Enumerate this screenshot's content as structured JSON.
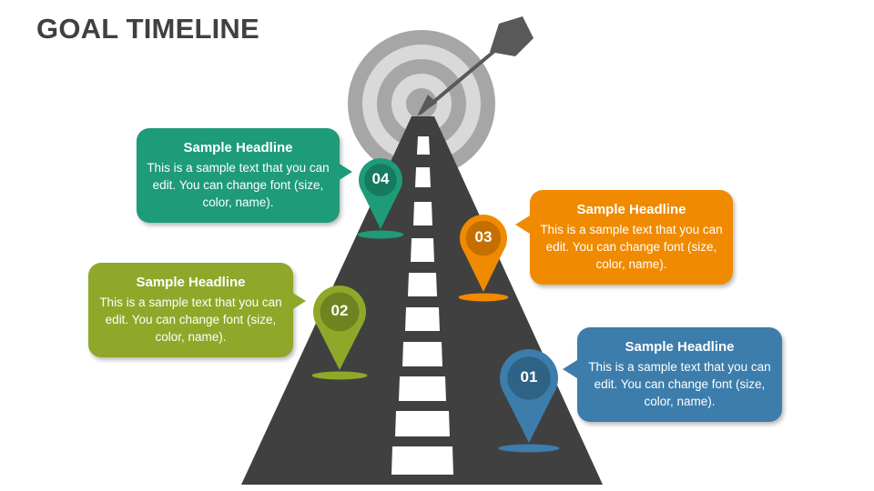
{
  "title": "GOAL TIMELINE",
  "colors": {
    "road": "#404040",
    "target_outer": "#a6a6a6",
    "target_inner": "#d9d9d9",
    "dart": "#595959"
  },
  "milestones": [
    {
      "number": "01",
      "headline": "Sample Headline",
      "body": "This is a sample text that you can edit. You can change font (size, color, name).",
      "color": "#3c7dab",
      "dark": "#2e6386"
    },
    {
      "number": "02",
      "headline": "Sample Headline",
      "body": "This is a sample text that you can edit. You can change font (size, color, name).",
      "color": "#8fa82a",
      "dark": "#6f8420"
    },
    {
      "number": "03",
      "headline": "Sample Headline",
      "body": "This is a sample text that you can edit. You can change font (size, color, name).",
      "color": "#f08a00",
      "dark": "#c56f00"
    },
    {
      "number": "04",
      "headline": "Sample Headline",
      "body": "This is a sample text that you can edit. You can change font (size, color, name).",
      "color": "#1e9b78",
      "dark": "#157a5e"
    }
  ]
}
